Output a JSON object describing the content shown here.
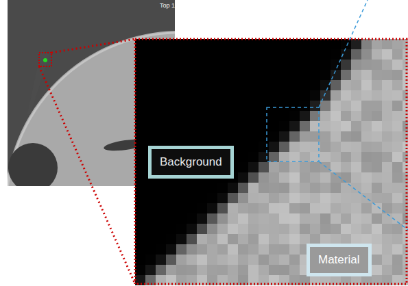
{
  "diagram": {
    "nodes": [
      {
        "text": [
          "Background"
        ]
      },
      {
        "text": [
          "Material"
        ]
      }
    ],
    "labels": [
      "Top 1"
    ]
  }
}
